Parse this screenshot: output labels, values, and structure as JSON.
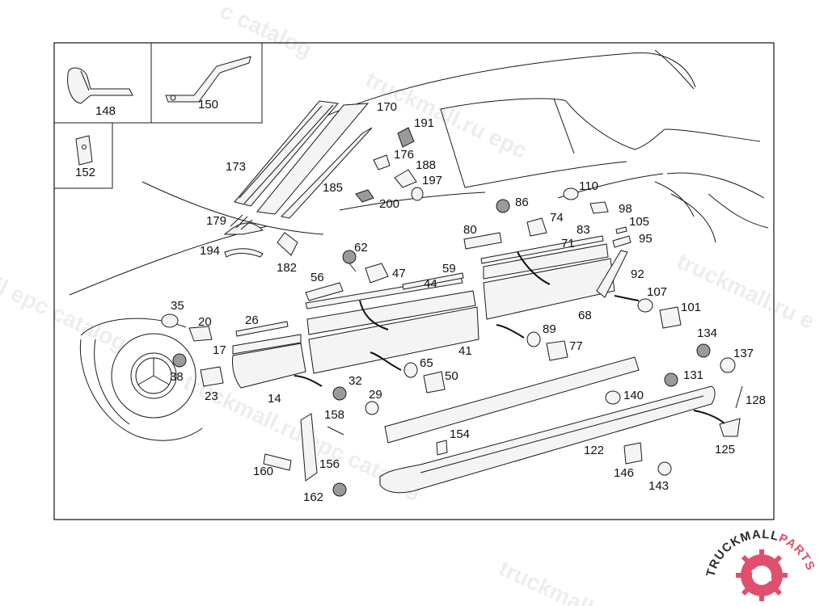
{
  "watermark": {
    "text_top": "c catalog",
    "text_a": "truckmall.ru epc",
    "text_b": "truckmall.ru e",
    "text_c": "il epc catalog",
    "text_d": "truckmall.ru epc catalog",
    "text_e": "truckmall.ru"
  },
  "logo": {
    "text_main": "TRUCKMALL",
    "text_accent": "PARTS",
    "color_main": "#2b2b2b",
    "color_accent": "#e0506e"
  },
  "insets": {
    "part_148": "148",
    "part_150": "150",
    "part_152": "152"
  },
  "parts": {
    "p170": "170",
    "p191": "191",
    "p173": "173",
    "p176": "176",
    "p188": "188",
    "p197": "197",
    "p185": "185",
    "p200": "200",
    "p179": "179",
    "p194": "194",
    "p182": "182",
    "p62": "62",
    "p47": "47",
    "p56": "56",
    "p59": "59",
    "p44": "44",
    "p86": "86",
    "p74": "74",
    "p110": "110",
    "p98": "98",
    "p105": "105",
    "p80": "80",
    "p83": "83",
    "p71": "71",
    "p95": "95",
    "p92": "92",
    "p35": "35",
    "p20": "20",
    "p26": "26",
    "p17": "17",
    "p38": "38",
    "p23": "23",
    "p14": "14",
    "p41": "41",
    "p65": "65",
    "p50": "50",
    "p32": "32",
    "p29": "29",
    "p68": "68",
    "p89": "89",
    "p77": "77",
    "p107": "107",
    "p101": "101",
    "p134": "134",
    "p137": "137",
    "p131": "131",
    "p140": "140",
    "p128": "128",
    "p125": "125",
    "p122": "122",
    "p154": "154",
    "p158": "158",
    "p156": "156",
    "p160": "160",
    "p162": "162",
    "p146": "146",
    "p143": "143"
  }
}
